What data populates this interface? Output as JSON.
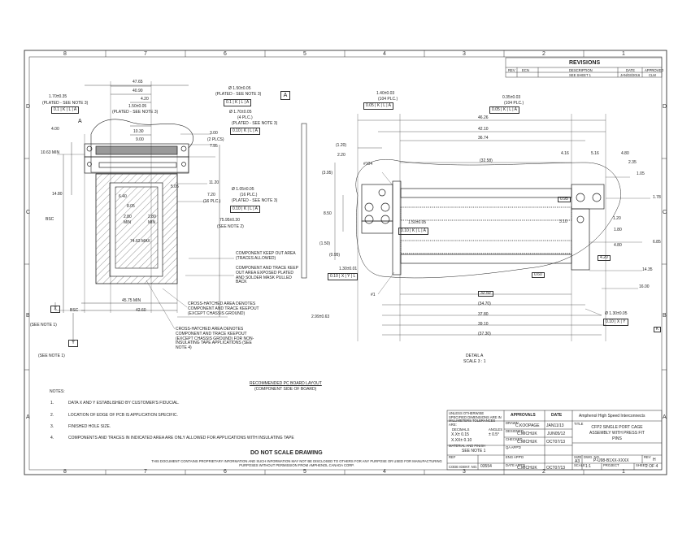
{
  "zones": {
    "columns": [
      "8",
      "7",
      "6",
      "5",
      "4",
      "3",
      "2",
      "1"
    ],
    "rows": [
      "D",
      "C",
      "B",
      "A"
    ]
  },
  "revisions": {
    "title": "REVISIONS",
    "headers": [
      "REV",
      "ECN",
      "DESCRIPTION",
      "DATE",
      "APPROVED"
    ],
    "row": [
      "",
      "",
      "SEE SHEET 1",
      "",
      "JAN/03/2016",
      "CLM"
    ]
  },
  "left_view": {
    "dims": [
      "47.65",
      "40.90",
      "4.20",
      "1.50±0.05",
      "(PLATED - SEE NOTE 3)",
      "1.70±0.35",
      "(PLATED - SEE NOTE 3)",
      "4.00",
      "A",
      "10.63 MIN",
      "10.30",
      "9.00",
      "14.80",
      "BSC",
      "6.40",
      "8.05",
      "2.80",
      "MIN",
      "2.80",
      "MIN",
      "74.63 MAX",
      "45.75 MIN",
      "42.60",
      "BSC",
      "X",
      "Y",
      "(SEE NOTE 1)",
      "(SEE NOTE 1)",
      "3.00",
      "(2 PLCS)",
      "7.95",
      "11.20",
      "7.20",
      "(16 PLC.)",
      "5.05",
      "Ø 1.50±0.05",
      "(PLATED - SEE NOTE 3)",
      "Ø 1.70±0.05",
      "(4 PLC.)",
      "(PLATED - SEE NOTE 3)",
      "Ø 1.05±0.05",
      "(16 PLC.)",
      "(PLATED - SEE NOTE 3)",
      "75.95±0.30",
      "(SEE NOTE 2)",
      "2.99±0.63",
      "A"
    ],
    "fcf": [
      "0.1",
      "K",
      "L",
      "A"
    ],
    "fcf_b": [
      "0.10",
      "K",
      "L",
      "A"
    ]
  },
  "callouts": [
    "COMPONENT KEEP OUT AREA (TRACES ALLOWED)",
    "COMPONENT AND TRACE KEEP OUT AREA EXPOSED PLATED AND SOLDER MASK PULLED BACK",
    "CROSS-HATCHED AREA DENOTES COMPONENT AND TRACE KEEPOUT (EXCEPT CHASSIS GROUND)",
    "CROSS-HATCHED AREA DENOTES COMPONENT AND TRACE KEEPOUT (EXCEPT CHASSIS GROUND) FOR NON-INSULATING TAPE APPLICATIONS (SEE NOTE 4)"
  ],
  "right_view": {
    "dims": [
      "1.40±0.03",
      "(104 PLC.)",
      "0.05",
      "K",
      "L",
      "A",
      "0.35±0.03",
      "(104 PLC.)",
      "0.05",
      "K",
      "L",
      "A",
      "46.26",
      "42.10",
      "36.74",
      "(1.20)",
      "2.20",
      "#104",
      "(32.58)",
      "(3.95)",
      "8.50",
      "(1.50)",
      "(0.95)",
      "1.50±0.05",
      "0.10",
      "K",
      "L",
      "A",
      "1.30±0.01",
      "0.10",
      "X",
      "Y",
      "L",
      "#1",
      "0.95",
      "3.10",
      "4.16",
      "5.16",
      "4.80",
      "2.35",
      "1.05",
      "1.78",
      "1.20",
      "1.80",
      "4.80",
      "6.85",
      "4.20",
      "14.35",
      "16.00",
      "0.60",
      "32.50",
      "(34.70)",
      "37.80",
      "39.10",
      "(37.30)",
      "Ø 1.30±0.05",
      "0.10",
      "X",
      "Y",
      "K"
    ],
    "detail_title": "DETAIL A",
    "detail_scale": "SCALE 3 : 1"
  },
  "layout_title": "RECOMMENDED PC BOARD LAYOUT",
  "layout_subtitle": "(COMPONENT SIDE OF BOARD)",
  "notes_title": "NOTES:",
  "notes": [
    {
      "num": "1.",
      "text": "DATA X AND Y ESTABLISHED BY CUSTOMER'S FIDUCIAL."
    },
    {
      "num": "2.",
      "text": "LOCATION OF EDGE OF PCB IS APPLICATION SPECIFIC."
    },
    {
      "num": "3.",
      "text": "FINISHED HOLE SIZE."
    },
    {
      "num": "4.",
      "text": "COMPONENTS AND TRACES IN INDICATED AREA ARE ONLY ALLOWED FOR APPLICATIONS WITH INSULATING TAPE"
    }
  ],
  "do_not_scale": "DO NOT SCALE DRAWING",
  "proprietary": "THIS DOCUMENT CONTAINS PROPRIETARY INFORMATION AND SUCH INFORMATION MAY NOT BE DISCLOSED TO OTHERS FOR ANY PURPOSE OR USED FOR MANUFACTURING PURPOSES WITHOUT PERMISSION FROM AMPHENOL CANADA CORP.",
  "title_block": {
    "tolerance_head": "UNLESS OTHERWISE SPECIFIED DIMENSIONS ARE IN MILLIMETERS TOLERANCES ARE:",
    "decimals": "DECIMALS",
    "angles": "ANGLES",
    "tol_x": "X.X± 0.15",
    "tol_xx": "X.XX± 0.10",
    "tol_ang": "± 0.5°",
    "material_finish": "MATERIAL AND FINISH",
    "material": "SEE NOTE 1",
    "ref": "REF",
    "code_ident": "CODE IDENT. NO.",
    "code_value": "03554",
    "approvals": "APPROVALS",
    "date": "DATE",
    "drawn_lbl": "DRAWN",
    "drawn": "C.KOOPAGE",
    "drawn_date": "JAN11/13",
    "designed_lbl": "DESIGNED",
    "designed": "C.MICHUK",
    "designed_date": "JUN05/12",
    "checked_lbl": "CHECKED",
    "checked": "C.MICHUK",
    "checked_date": "OCT07/13",
    "qa_lbl": "QA APP'D",
    "qa": "",
    "eng_lbl": "ENG APP'D",
    "eng": "",
    "date_lbl": "DATE APP'D",
    "final": "C.MICHUK",
    "final_date": "OCT07/13",
    "company": "Amphenol High Speed Interconnects",
    "title_lbl": "TITLE",
    "title": [
      "CFP2 SINGLE PORT CAGE",
      "ASSEMBLY WITH PRESS FIT",
      "PINS"
    ],
    "size_lbl": "SIZE",
    "size": "A3",
    "dwg_lbl": "DWG. NO.",
    "dwg": "P-U98-B1XX-XXXX",
    "rev_lbl": "REV",
    "rev": "H",
    "scale_lbl": "SCALE",
    "scale": "1:1",
    "project_lbl": "PROJECT",
    "sheet_lbl": "SHEET",
    "sheet": "2 OF 4"
  }
}
